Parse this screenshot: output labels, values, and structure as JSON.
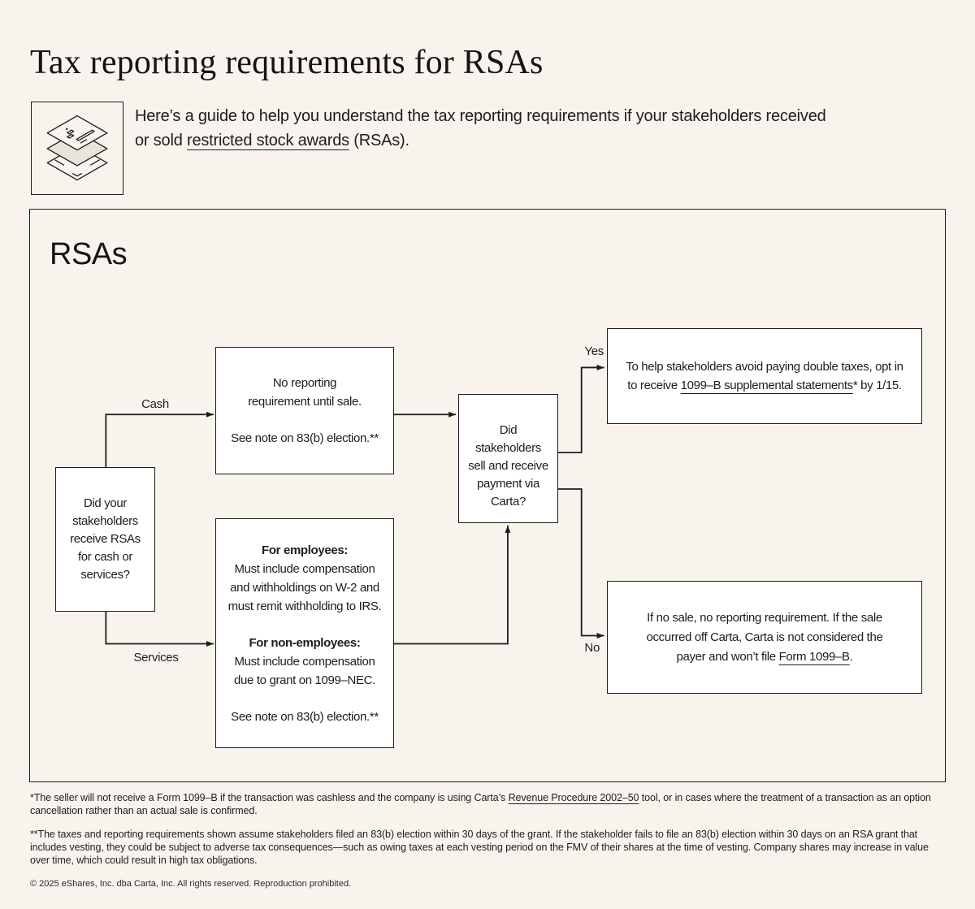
{
  "header": {
    "title": "Tax reporting requirements for RSAs",
    "intro_pre": "Here’s a guide to help you understand the tax reporting requirements if your stakeholders received or sold ",
    "intro_link": "restricted stock awards",
    "intro_post": " (RSAs)."
  },
  "flowchart": {
    "section_label": "RSAs",
    "edge_labels": {
      "cash": "Cash",
      "services": "Services",
      "yes": "Yes",
      "no": "No"
    },
    "nodes": {
      "question_receive": {
        "l1": "Did your",
        "l2": "stakeholders",
        "l3": "receive RSAs",
        "l4": "for cash or",
        "l5": "services?"
      },
      "cash_outcome": {
        "l1": "No reporting",
        "l2": "requirement until sale.",
        "note": "See note on 83(b) election.**"
      },
      "services_outcome": {
        "head1": "For employees:",
        "b1l1": "Must include compensation",
        "b1l2": "and withholdings on W-2 and",
        "b1l3": "must remit withholding to IRS.",
        "head2": "For non-employees:",
        "b2l1": "Must include compensation",
        "b2l2": "due to grant on 1099–NEC.",
        "note": "See note on 83(b) election.**"
      },
      "question_sell": {
        "l1": "Did",
        "l2": "stakeholders",
        "l3": "sell and receive",
        "l4": "payment via",
        "l5": "Carta?"
      },
      "yes_outcome": {
        "l1": "To help stakeholders avoid paying double taxes, opt in",
        "l2_pre": "to receive ",
        "l2_link": "1099–B supplemental statements",
        "l2_post": "* by 1/15."
      },
      "no_outcome": {
        "l1": "If no sale, no reporting requirement. If the sale",
        "l2": "occurred off Carta, Carta is not considered the",
        "l3_pre": "payer and won’t file ",
        "l3_link": "Form 1099–B",
        "l3_post": "."
      }
    }
  },
  "footnotes": {
    "fn1_pre": "*The seller will not receive a Form 1099–B if the transaction was cashless and the company is using Carta’s ",
    "fn1_link": "Revenue Procedure 2002–50",
    "fn1_post": " tool, or in cases where the treatment of a transaction as an option cancellation rather than an actual sale is confirmed.",
    "fn2": "**The taxes and reporting requirements shown assume stakeholders filed an 83(b) election within 30 days of the grant. If the stakeholder fails to file an 83(b) election within 30 days on an RSA grant that includes vesting, they could be subject to adverse tax consequences—such as owing taxes at each vesting period on the FMV of their shares at the time of vesting. Company shares may increase in value over time, which could result in high tax obligations.",
    "copyright": "© 2025 eShares, Inc. dba Carta, Inc. All rights reserved. Reproduction prohibited."
  },
  "colors": {
    "background": "#f8f4ed",
    "node_fill": "#ffffff",
    "line": "#1c1c1c",
    "layer_fill": "#e9e4db"
  }
}
